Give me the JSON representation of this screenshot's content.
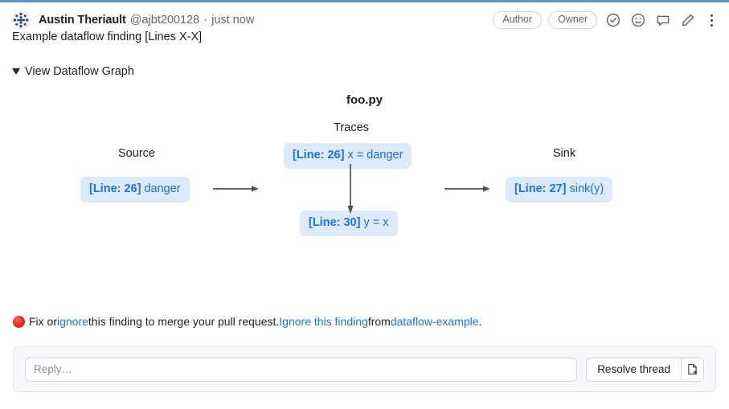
{
  "header": {
    "avatar_name": "user-avatar-identicon",
    "author": "Austin Theriault",
    "handle": "@ajbt200128",
    "separator": "·",
    "timestamp": "just now",
    "badges": [
      {
        "label": "Author"
      },
      {
        "label": "Owner"
      }
    ],
    "actions": [
      {
        "icon": "check-circle-icon"
      },
      {
        "icon": "emoji-smiley-icon"
      },
      {
        "icon": "comment-icon"
      },
      {
        "icon": "pencil-edit-icon"
      },
      {
        "icon": "kebab-menu-icon"
      }
    ]
  },
  "finding": {
    "title": "Example dataflow finding [Lines X-X]",
    "disclosure_label": "View Dataflow Graph",
    "disclosure_icon": "triangle-down-icon",
    "expanded": true
  },
  "graph": {
    "filename": "foo.py",
    "columns": {
      "source_label": "Source",
      "traces_label": "Traces",
      "sink_label": "Sink"
    },
    "source_node": {
      "line": "[Line: 26]",
      "expr": "danger"
    },
    "trace_nodes": [
      {
        "line": "[Line: 26]",
        "expr": "x = danger"
      },
      {
        "line": "[Line: 30]",
        "expr": "y = x"
      }
    ],
    "sink_node": {
      "line": "[Line: 27]",
      "expr": "sink(y)"
    },
    "node_bg": "#ddeafb",
    "node_fg": "#1b72e8",
    "arrow_color": "#4d5156"
  },
  "note": {
    "status_icon": "red-circle-icon",
    "text_1": "Fix or ",
    "link_ignore": "ignore",
    "text_2": " this finding to merge your pull request. ",
    "link_ignore_finding": "Ignore this finding",
    "text_3": " from ",
    "link_project": "dataflow-example",
    "text_4": ".",
    "link_color": "#1a73e8"
  },
  "reply": {
    "placeholder": "Reply…",
    "value": "",
    "resolve_label": "Resolve thread",
    "attach_icon": "file-add-icon"
  },
  "theme": {
    "top_rule": "#5596d8",
    "panel_bg": "#f8f8fc",
    "border": "#e4e6ee"
  }
}
